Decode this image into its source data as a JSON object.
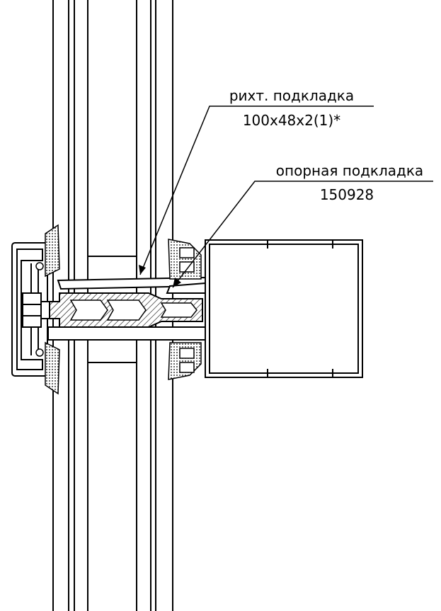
{
  "callouts": {
    "shim": {
      "line1": "рихт. подкладка",
      "line2": "100х48х2(1)*"
    },
    "support": {
      "line1": "опорная подкладка",
      "line2": "150928"
    }
  }
}
